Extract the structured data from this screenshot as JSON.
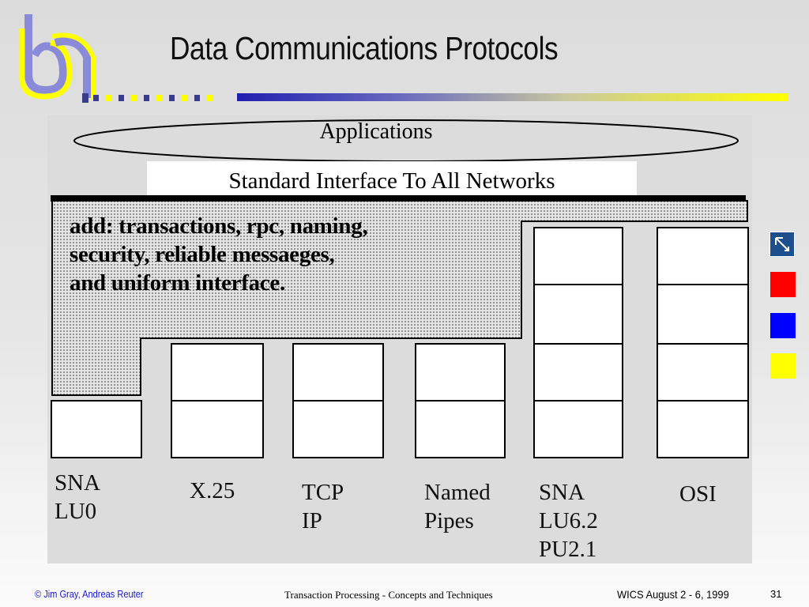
{
  "slide": {
    "title": "Data Communications Protocols",
    "applications_label": "Applications",
    "interface_label": "Standard Interface To All Networks",
    "added_services": [
      "add: transactions, rpc, naming,",
      "security,  reliable messaeges,",
      "and uniform interface."
    ],
    "stacks": [
      {
        "lines": [
          "SNA",
          "LU0"
        ]
      },
      {
        "lines": [
          "X.25"
        ]
      },
      {
        "lines": [
          "TCP",
          "IP"
        ]
      },
      {
        "lines": [
          "Named",
          "Pipes"
        ]
      },
      {
        "lines": [
          "SNA",
          "LU6.2",
          "PU2.1"
        ]
      },
      {
        "lines": [
          "OSI"
        ]
      }
    ]
  },
  "footer": {
    "authors": "© Jim Gray, Andreas Reuter",
    "book": "Transaction Processing - Concepts and Techniques",
    "event": "WICS August 2 - 6, 1999",
    "page": "31"
  },
  "nav": {
    "buttons": [
      {
        "name": "nav-arrow-icon",
        "color": "#1f4e8c"
      },
      {
        "name": "nav-red-button",
        "color": "#ff0000"
      },
      {
        "name": "nav-blue-button",
        "color": "#0000ff"
      },
      {
        "name": "nav-yellow-button",
        "color": "#ffff00"
      }
    ]
  },
  "colors": {
    "logo_blue": "#8a8ad8",
    "logo_yellow": "#ffff00",
    "rule_start": "#1f1fb0",
    "rule_end": "#ffff00"
  }
}
